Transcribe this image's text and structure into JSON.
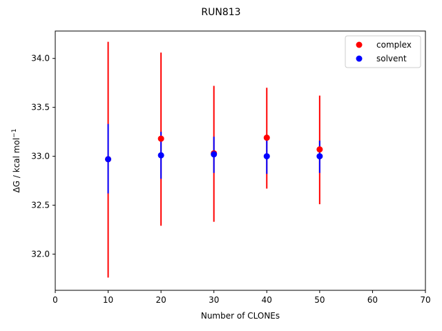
{
  "chart_data": {
    "type": "scatter",
    "title": "RUN813",
    "xlabel": "Number of CLONEs",
    "ylabel": "ΔG / kcal mol",
    "ylabel_sup": "−1",
    "xlim": [
      0,
      70
    ],
    "ylim": [
      31.63,
      34.28
    ],
    "xticks": [
      0,
      10,
      20,
      30,
      40,
      50,
      60,
      70
    ],
    "yticks": [
      32.0,
      32.5,
      33.0,
      33.5,
      34.0
    ],
    "xtick_labels": [
      "0",
      "10",
      "20",
      "30",
      "40",
      "50",
      "60",
      "70"
    ],
    "ytick_labels": [
      "32.0",
      "32.5",
      "33.0",
      "33.5",
      "34.0"
    ],
    "grid": false,
    "legend_position": "top-right",
    "series": [
      {
        "name": "complex",
        "color": "#ff0000",
        "x": [
          10,
          20,
          30,
          40,
          50
        ],
        "y": [
          32.97,
          33.18,
          33.03,
          33.19,
          33.07
        ],
        "err_low": [
          31.76,
          32.29,
          32.33,
          32.67,
          32.51
        ],
        "err_high": [
          34.17,
          34.06,
          33.72,
          33.7,
          33.62
        ]
      },
      {
        "name": "solvent",
        "color": "#0000ff",
        "x": [
          10,
          20,
          30,
          40,
          50
        ],
        "y": [
          32.97,
          33.01,
          33.02,
          33.0,
          33.0
        ],
        "err_low": [
          32.62,
          32.77,
          32.83,
          32.82,
          32.83
        ],
        "err_high": [
          33.33,
          33.25,
          33.2,
          33.18,
          33.16
        ]
      }
    ]
  }
}
